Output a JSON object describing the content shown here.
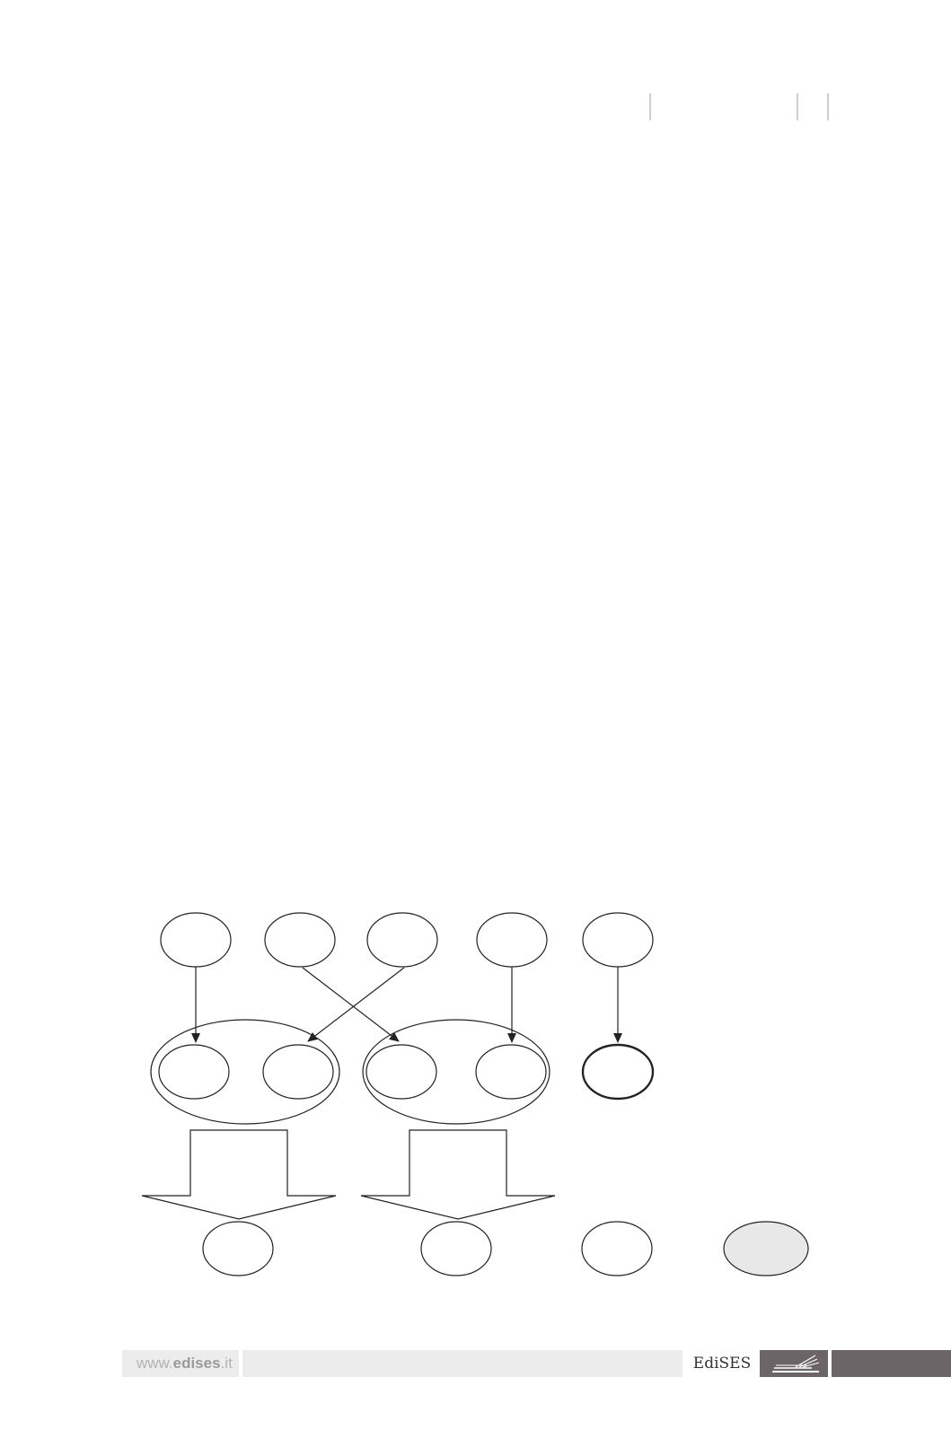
{
  "diagram": {
    "top_nodes": [
      "",
      "",
      "",
      "",
      ""
    ],
    "middle_nodes": [
      "",
      "",
      "",
      "",
      ""
    ],
    "group_nodes": [
      "",
      ""
    ],
    "bottom_nodes": [
      "",
      "",
      "",
      ""
    ],
    "colors": {
      "stroke": "#222222",
      "highlight_fill": "#e8e8e8",
      "background": "#ffffff"
    }
  },
  "footer": {
    "url_prefix": "www.",
    "url_domain": "edises",
    "url_suffix": ".it",
    "brand": "EdiSES",
    "colors": {
      "bar": "#ececec",
      "dark": "#6b6567"
    }
  }
}
